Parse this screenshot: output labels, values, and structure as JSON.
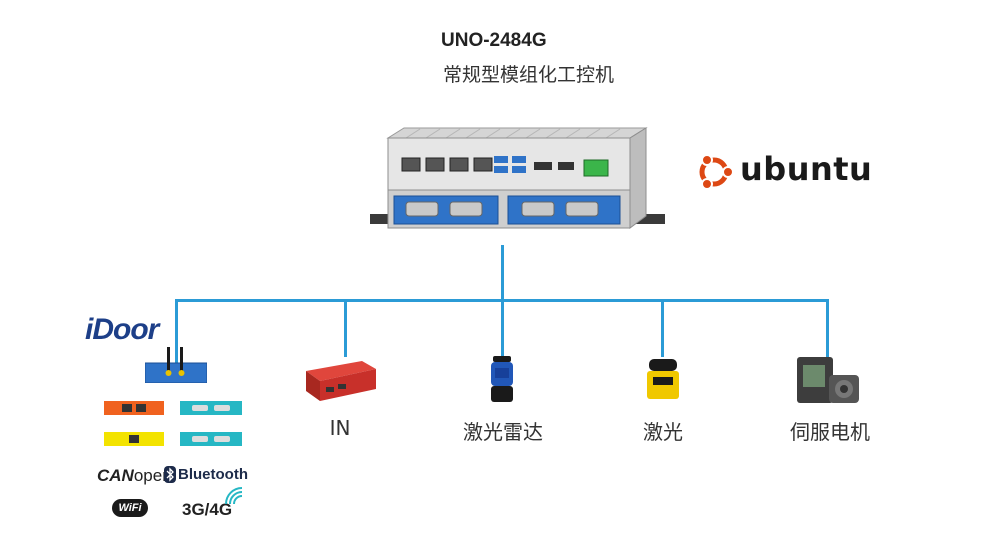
{
  "header": {
    "model": "UNO-2484G",
    "description": "常规型模组化工控机"
  },
  "os_logo": {
    "text": "ubuntu",
    "color": "#dd4814"
  },
  "devices": [
    {
      "name": "IN"
    },
    {
      "name": "激光雷达"
    },
    {
      "name": "激光"
    },
    {
      "name": "伺服电机"
    }
  ],
  "modules": {
    "idoor": "iDoor",
    "canopen_bold": "CAN",
    "canopen_rest": "open",
    "bluetooth": "Bluetooth",
    "wifi": "WiFi",
    "cellular": "3G/4G"
  },
  "colors": {
    "connector_line": "#2b9bd6",
    "brand_orange": "#dd4814"
  }
}
